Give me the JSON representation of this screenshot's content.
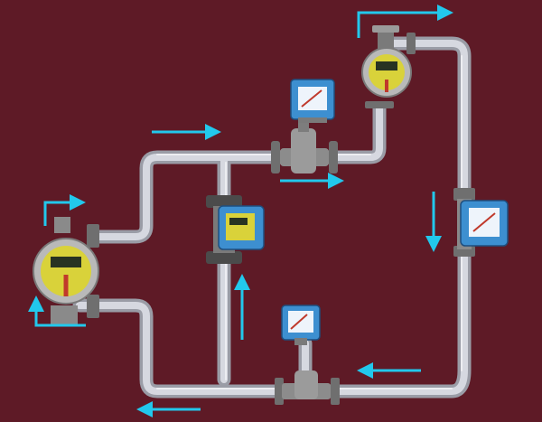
{
  "diagram": {
    "labels": [],
    "colors": {
      "background": "#5e1a26",
      "pipe_outer": "#9a9ca6",
      "pipe_inner": "#d6d8e0",
      "arrow": "#22c8ec",
      "meter_blue": "#3d8fd0",
      "gauge_yellow": "#d9d23a",
      "gauge_ring": "#b9b9b9",
      "flange": "#6f6f6f"
    },
    "components": [
      {
        "kind": "inline-tee",
        "name": "top-flow-tee"
      },
      {
        "kind": "digital-gauge",
        "name": "top-right-digital-gauge"
      },
      {
        "kind": "blue-meter",
        "name": "top-blue-meter"
      },
      {
        "kind": "blue-meter",
        "name": "right-blue-meter"
      },
      {
        "kind": "blue-meter",
        "name": "center-blue-yellow-meter"
      },
      {
        "kind": "digital-gauge",
        "name": "left-digital-gauge"
      },
      {
        "kind": "blue-meter",
        "name": "bottom-blue-meter"
      },
      {
        "kind": "inline-tee",
        "name": "bottom-flow-tee"
      }
    ]
  }
}
